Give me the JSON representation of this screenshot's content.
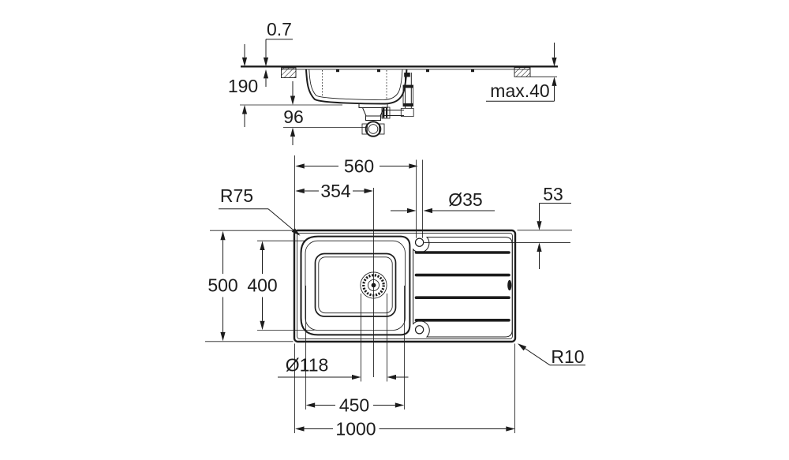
{
  "drawing": {
    "background": "#ffffff",
    "ink": "#1c1c1c",
    "side_view": {
      "rim_height_above_worktop": "0.7",
      "bowl_depth": "190",
      "drain_outlet_drop": "96",
      "worktop_thickness_max": "max.40"
    },
    "plan_view": {
      "tap_hole_center_from_left": "560",
      "drain_center_from_left": "354",
      "tap_hole_diameter": "Ø35",
      "tap_hole_center_from_rear": "53",
      "bowl_corner_radius": "R75",
      "overall_depth": "500",
      "bowl_inner_depth": "400",
      "drain_hole_diameter": "Ø118",
      "bowl_inner_width": "450",
      "overall_length": "1000",
      "outer_corner_radius": "R10"
    }
  }
}
